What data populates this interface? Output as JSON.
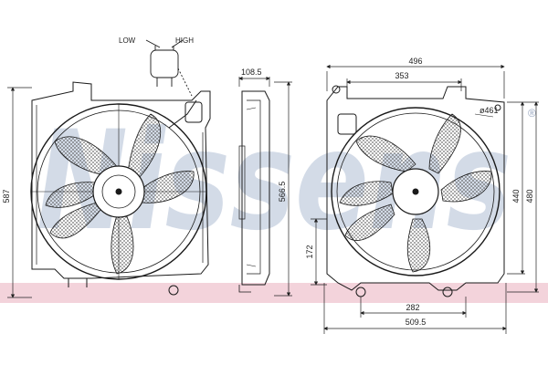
{
  "watermark": {
    "brand": "Nissens",
    "color": "#b8c4d8",
    "band_color": "#f0d0d8",
    "registered": "®"
  },
  "connector": {
    "low_label": "LOW",
    "high_label": "HIGH"
  },
  "front_view": {
    "height_label": "587"
  },
  "side_view": {
    "depth_label": "108.5",
    "height_label": "566.5"
  },
  "rear_view": {
    "width_label": "496",
    "inner_width_label": "353",
    "fan_diameter_label": "ø461",
    "height_label": "440",
    "total_height_label": "480",
    "lower_offset_label": "172",
    "mount_spacing_label": "282",
    "base_width_label": "509.5"
  },
  "colors": {
    "line": "#1a1a1a",
    "hatch": "#666666"
  }
}
